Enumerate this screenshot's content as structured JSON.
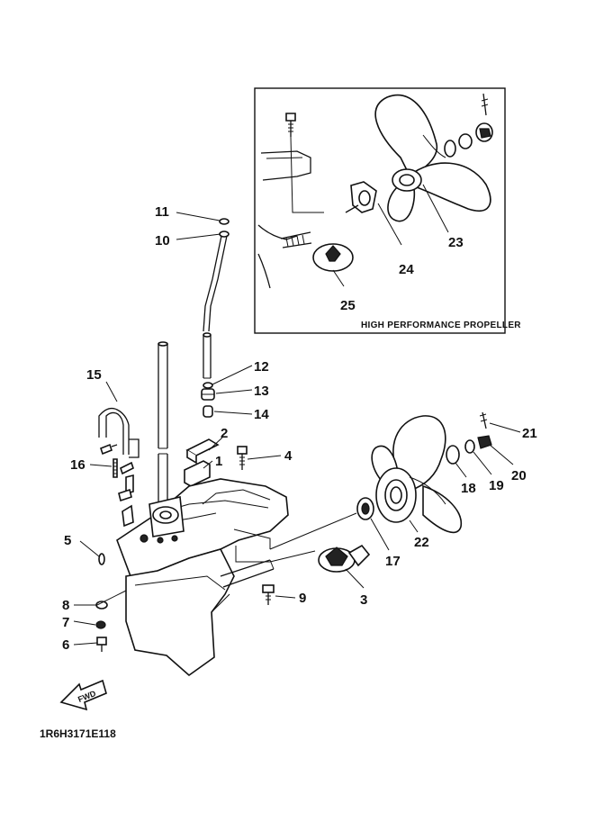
{
  "diagram": {
    "inset_title": "HIGH PERFORMANCE PROPELLER",
    "figure_code": "1R6H3171E118",
    "fwd_label": "FWD",
    "callouts": {
      "c1": "1",
      "c2": "2",
      "c3": "3",
      "c4": "4",
      "c5": "5",
      "c6": "6",
      "c7": "7",
      "c8": "8",
      "c9": "9",
      "c10": "10",
      "c11": "11",
      "c12": "12",
      "c13": "13",
      "c14": "14",
      "c15": "15",
      "c16": "16",
      "c17": "17",
      "c18": "18",
      "c19": "19",
      "c20": "20",
      "c21": "21",
      "c22": "22",
      "c23": "23",
      "c24": "24",
      "c25": "25"
    }
  }
}
